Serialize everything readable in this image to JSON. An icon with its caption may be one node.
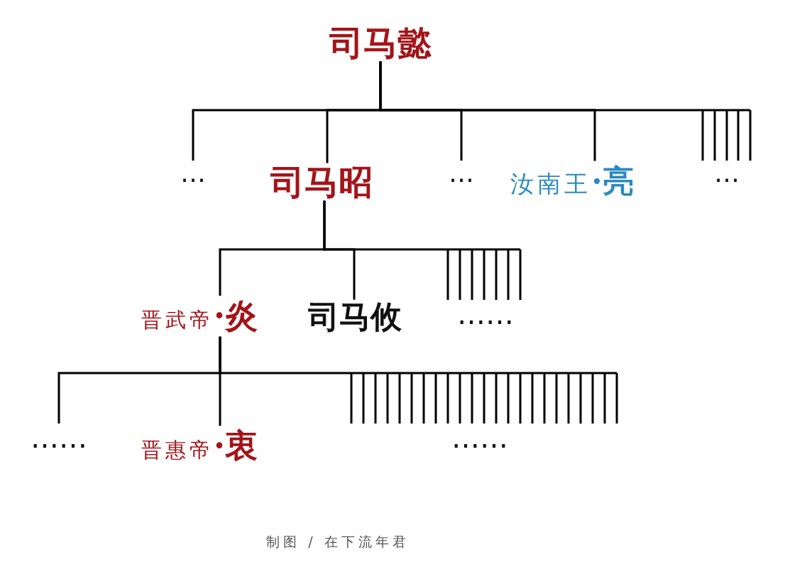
{
  "diagram": {
    "caption": "制图 / 在下流年君",
    "nodes": [
      {
        "text": [
          "司马懿"
        ]
      },
      {
        "text": [
          "…"
        ]
      },
      {
        "text": [
          "司马昭"
        ]
      },
      {
        "text": [
          "…"
        ]
      },
      {
        "text": [
          "汝南王**·亮**"
        ]
      },
      {
        "text": [
          "…"
        ]
      },
      {
        "text": [
          "晋武帝**·炎**"
        ]
      },
      {
        "text": [
          "司马攸"
        ]
      },
      {
        "text": [
          "……"
        ]
      },
      {
        "text": [
          "……"
        ]
      },
      {
        "text": [
          "晋惠帝**·衷**"
        ]
      },
      {
        "text": [
          "……"
        ]
      }
    ],
    "edges": [
      {
        "from": 0,
        "to": 1,
        "arrow": "none"
      },
      {
        "from": 0,
        "to": 2,
        "arrow": "none"
      },
      {
        "from": 0,
        "to": 3,
        "arrow": "none"
      },
      {
        "from": 0,
        "to": 4,
        "arrow": "none"
      },
      {
        "from": 0,
        "to": 5,
        "arrow": "none"
      },
      {
        "from": 2,
        "to": 6,
        "arrow": "none"
      },
      {
        "from": 2,
        "to": 7,
        "arrow": "none"
      },
      {
        "from": 2,
        "to": 8,
        "arrow": "none"
      },
      {
        "from": 6,
        "to": 9,
        "arrow": "none"
      },
      {
        "from": 6,
        "to": 10,
        "arrow": "none"
      },
      {
        "from": 6,
        "to": 11,
        "arrow": "none"
      }
    ]
  }
}
